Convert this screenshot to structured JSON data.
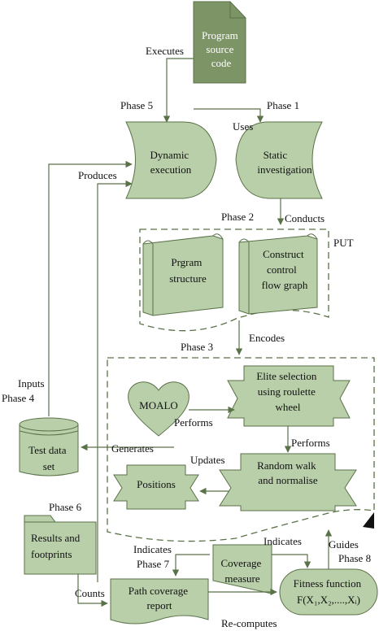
{
  "colors": {
    "fill": "#b9cfaa",
    "fill_dark": "#7d9467",
    "stroke": "#5a7248",
    "text": "#111111",
    "text_light": "#ffffff"
  },
  "nodes": {
    "program_source": [
      "Program",
      "source",
      "code"
    ],
    "dynamic_execution": [
      "Dynamic",
      "execution"
    ],
    "static_investigation": [
      "Static",
      "investigation"
    ],
    "program_structure": [
      "Prgram",
      "structure"
    ],
    "construct_cfg": [
      "Construct",
      "control",
      "flow graph"
    ],
    "moalo": [
      "MOALO"
    ],
    "elite_selection": [
      "Elite selection",
      "using roulette",
      "wheel"
    ],
    "test_data_set": [
      "Test data",
      "set"
    ],
    "random_walk": [
      "Random walk",
      "and normalise"
    ],
    "positions": [
      "Positions"
    ],
    "results_footprints": [
      "Results and",
      "footprints"
    ],
    "coverage_measure": [
      "Coverage",
      "measure"
    ],
    "path_coverage_report": [
      "Path coverage",
      "report"
    ],
    "fitness_function": [
      "Fitness function"
    ],
    "fitness_formula": "F(X₁,X₂,....,Xᵢ)"
  },
  "labels": {
    "executes": "Executes",
    "phase5": "Phase 5",
    "phase1": "Phase 1",
    "uses": "Uses",
    "produces": "Produces",
    "phase2": "Phase 2",
    "conducts": "Conducts",
    "put": "PUT",
    "encodes": "Encodes",
    "phase3": "Phase 3",
    "inputs": "Inputs",
    "phase4": "Phase 4",
    "performs_left": "Performs",
    "performs_right": "Performs",
    "generates": "Generates",
    "updates": "Updates",
    "phase6": "Phase 6",
    "indicates_left": "Indicates",
    "indicates_right": "Indicates",
    "phase7": "Phase 7",
    "guides": "Guides",
    "phase8": "Phase 8",
    "counts": "Counts",
    "recomputes": "Re-computes"
  }
}
